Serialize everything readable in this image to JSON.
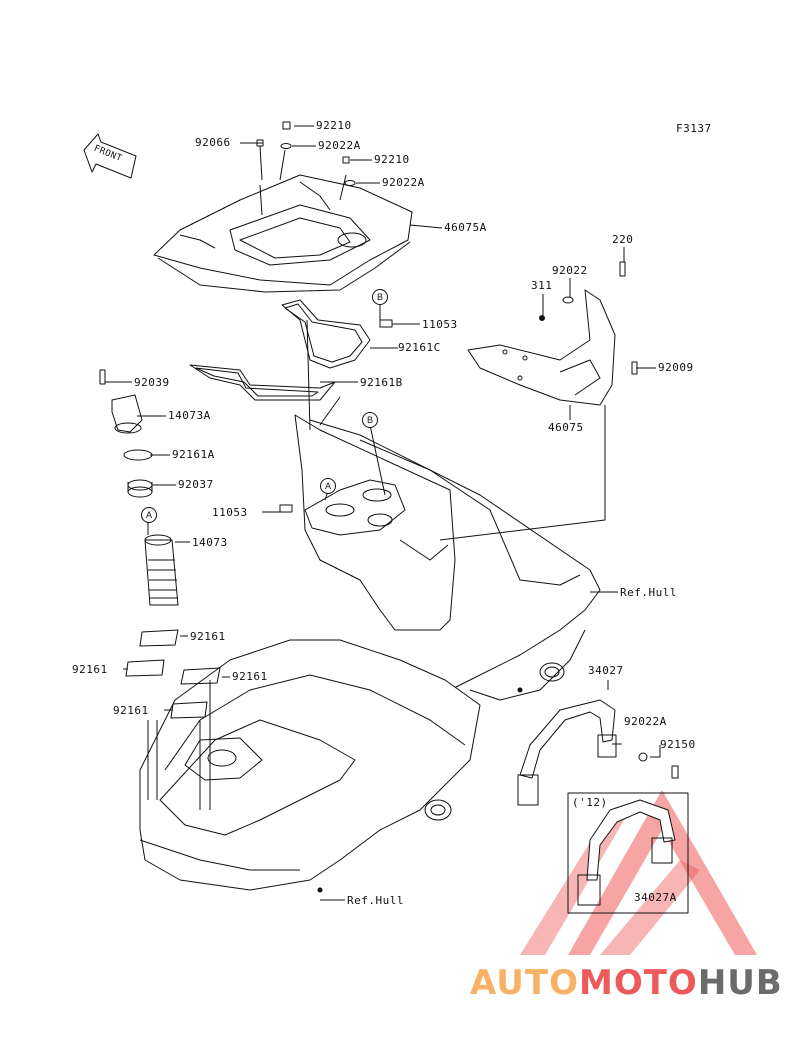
{
  "diagram_code": "F3137",
  "front_label": "FRONT",
  "labels": {
    "p92210a": "92210",
    "p92066": "92066",
    "p92022Aa": "92022A",
    "p92210b": "92210",
    "p92022Ab": "92022A",
    "p46075A": "46075A",
    "p220": "220",
    "p92022": "92022",
    "p311": "311",
    "p11053a": "11053",
    "p92161C": "92161C",
    "p92039": "92039",
    "p92161B": "92161B",
    "p92009": "92009",
    "p14073A": "14073A",
    "p46075": "46075",
    "p92161A": "92161A",
    "p92037": "92037",
    "p11053b": "11053",
    "p14073": "14073",
    "refhull1": "Ref.Hull",
    "p92161a": "92161",
    "p92161b": "92161",
    "p92161c": "92161",
    "p92161d": "92161",
    "p34027": "34027",
    "p92022Ac": "92022A",
    "p92150": "92150",
    "year12": "('12)",
    "p34027A": "34027A",
    "refhull2": "Ref.Hull"
  },
  "callouts": {
    "A": "A",
    "B": "B"
  },
  "watermark": {
    "auto": "AUTO",
    "moto": "MOTO",
    "hub": "HUB"
  },
  "colors": {
    "line": "#111111",
    "wm_orange": "#f7b267",
    "wm_red": "#ee5a5a",
    "wm_gray": "#6b6b6b"
  }
}
